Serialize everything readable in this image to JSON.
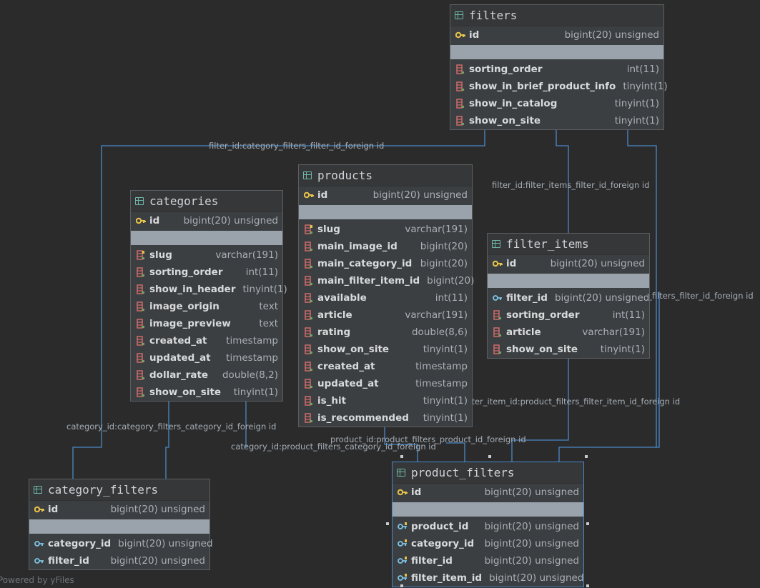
{
  "footer": "Powered by yFiles",
  "colors": {
    "edge": "#4a88c7",
    "background": "#2b2b2b"
  },
  "tables": {
    "filters": {
      "title": "filters",
      "rows": [
        {
          "name": "id",
          "type": "bigint(20) unsigned",
          "icon": "primary-key-icon"
        },
        {
          "name": "sorting_order",
          "type": "int(11)",
          "icon": "column-icon"
        },
        {
          "name": "show_in_brief_product_info",
          "type": "tinyint(1)",
          "icon": "column-icon"
        },
        {
          "name": "show_in_catalog",
          "type": "tinyint(1)",
          "icon": "column-icon"
        },
        {
          "name": "show_on_site",
          "type": "tinyint(1)",
          "icon": "column-icon"
        }
      ]
    },
    "products": {
      "title": "products",
      "rows": [
        {
          "name": "id",
          "type": "bigint(20) unsigned",
          "icon": "primary-key-icon"
        },
        {
          "name": "slug",
          "type": "varchar(191)",
          "icon": "unique-column-icon"
        },
        {
          "name": "main_image_id",
          "type": "bigint(20)",
          "icon": "column-icon"
        },
        {
          "name": "main_category_id",
          "type": "bigint(20)",
          "icon": "column-icon"
        },
        {
          "name": "main_filter_item_id",
          "type": "bigint(20)",
          "icon": "column-icon"
        },
        {
          "name": "available",
          "type": "int(11)",
          "icon": "column-icon"
        },
        {
          "name": "article",
          "type": "varchar(191)",
          "icon": "column-icon"
        },
        {
          "name": "rating",
          "type": "double(8,6)",
          "icon": "column-icon"
        },
        {
          "name": "show_on_site",
          "type": "tinyint(1)",
          "icon": "column-icon"
        },
        {
          "name": "created_at",
          "type": "timestamp",
          "icon": "column-icon"
        },
        {
          "name": "updated_at",
          "type": "timestamp",
          "icon": "column-icon"
        },
        {
          "name": "is_hit",
          "type": "tinyint(1)",
          "icon": "column-icon"
        },
        {
          "name": "is_recommended",
          "type": "tinyint(1)",
          "icon": "column-icon"
        }
      ]
    },
    "categories": {
      "title": "categories",
      "rows": [
        {
          "name": "id",
          "type": "bigint(20) unsigned",
          "icon": "primary-key-icon"
        },
        {
          "name": "slug",
          "type": "varchar(191)",
          "icon": "unique-column-icon"
        },
        {
          "name": "sorting_order",
          "type": "int(11)",
          "icon": "column-icon"
        },
        {
          "name": "show_in_header",
          "type": "tinyint(1)",
          "icon": "column-icon"
        },
        {
          "name": "image_origin",
          "type": "text",
          "icon": "column-icon"
        },
        {
          "name": "image_preview",
          "type": "text",
          "icon": "column-icon"
        },
        {
          "name": "created_at",
          "type": "timestamp",
          "icon": "column-icon"
        },
        {
          "name": "updated_at",
          "type": "timestamp",
          "icon": "column-icon"
        },
        {
          "name": "dollar_rate",
          "type": "double(8,2)",
          "icon": "column-icon"
        },
        {
          "name": "show_on_site",
          "type": "tinyint(1)",
          "icon": "column-icon"
        }
      ]
    },
    "filter_items": {
      "title": "filter_items",
      "rows": [
        {
          "name": "id",
          "type": "bigint(20) unsigned",
          "icon": "primary-key-icon"
        },
        {
          "name": "filter_id",
          "type": "bigint(20) unsigned",
          "icon": "foreign-key-icon"
        },
        {
          "name": "sorting_order",
          "type": "int(11)",
          "icon": "column-icon"
        },
        {
          "name": "article",
          "type": "varchar(191)",
          "icon": "column-icon"
        },
        {
          "name": "show_on_site",
          "type": "tinyint(1)",
          "icon": "column-icon"
        }
      ]
    },
    "category_filters": {
      "title": "category_filters",
      "rows": [
        {
          "name": "id",
          "type": "bigint(20) unsigned",
          "icon": "primary-key-icon"
        },
        {
          "name": "category_id",
          "type": "bigint(20) unsigned",
          "icon": "foreign-key-icon"
        },
        {
          "name": "filter_id",
          "type": "bigint(20) unsigned",
          "icon": "foreign-key-icon"
        }
      ]
    },
    "product_filters": {
      "title": "product_filters",
      "rows": [
        {
          "name": "id",
          "type": "bigint(20) unsigned",
          "icon": "primary-key-icon"
        },
        {
          "name": "product_id",
          "type": "bigint(20) unsigned",
          "icon": "foreign-key-index-icon"
        },
        {
          "name": "category_id",
          "type": "bigint(20) unsigned",
          "icon": "foreign-key-index-icon"
        },
        {
          "name": "filter_id",
          "type": "bigint(20) unsigned",
          "icon": "foreign-key-index-icon"
        },
        {
          "name": "filter_item_id",
          "type": "bigint(20) unsigned",
          "icon": "foreign-key-index-icon"
        }
      ]
    }
  },
  "relations": [
    "filter_id:category_filters_filter_id_foreign id",
    "filter_id:filter_items_filter_id_foreign id",
    "filter_id:product_filters_filter_id_foreign id",
    "filter_item_id:product_filters_filter_item_id_foreign id",
    "product_id:product_filters_product_id_foreign id",
    "category_id:category_filters_category_id_foreign id",
    "category_id:product_filters_category_id_foreign id"
  ]
}
